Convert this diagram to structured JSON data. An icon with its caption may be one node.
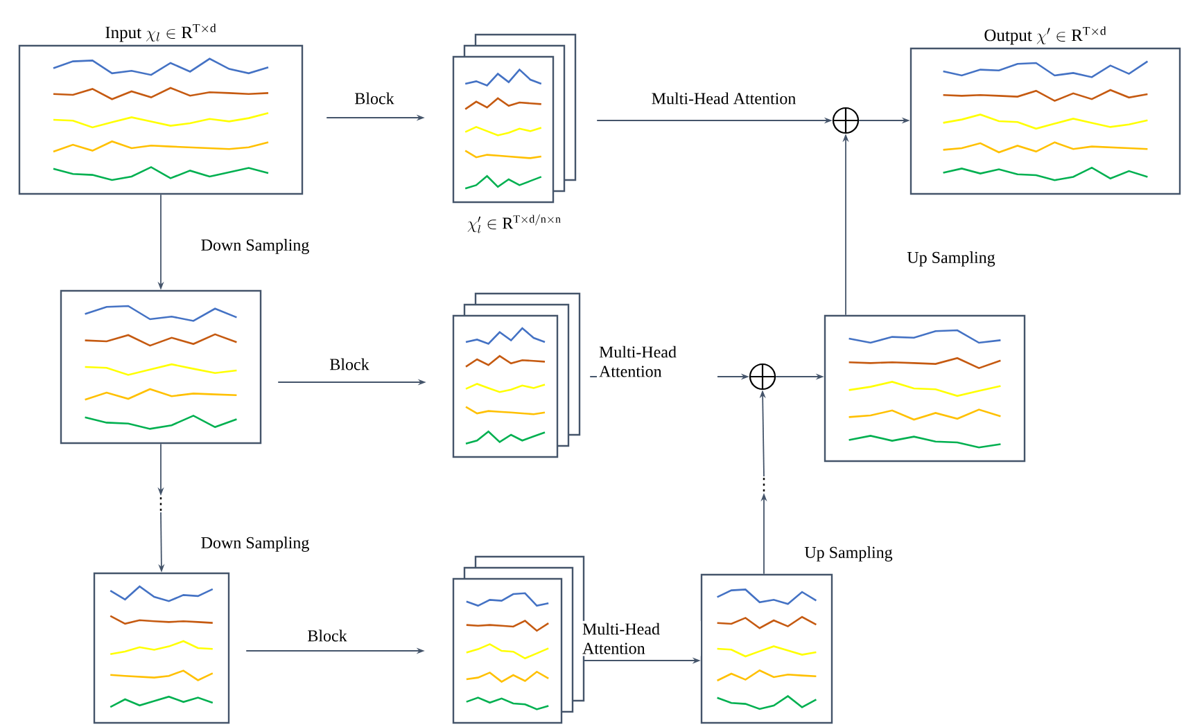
{
  "diagram": {
    "nodes": [
      {
        "text": [
          "\\mathrm{Input}\\ \\chi_{l} \\in \\mathrm{R}^{\\mathrm{T} \\times \\mathrm{d}}"
        ]
      },
      {
        "text": [],
        "shape": "box",
        "beside": [
          "\\chi'_{l} \\in \\mathrm{R}^{\\mathrm{T} \\times \\mathrm{d/n} \\times \\mathrm{n}}"
        ]
      },
      {
        "text": [],
        "shape": "circle"
      },
      {
        "text": [
          "\\mathrm{Output}\\ \\chi' \\in \\mathrm{R}^{\\mathrm{T} \\times \\mathrm{d}}"
        ]
      },
      {
        "text": [],
        "shape": "box"
      },
      {
        "text": [],
        "shape": "box"
      },
      {
        "text": [],
        "shape": "circle"
      },
      {
        "text": [],
        "shape": "box"
      },
      {
        "text": [
          "⋮"
        ]
      },
      {
        "text": [
          "⋮"
        ]
      },
      {
        "text": [],
        "shape": "box"
      },
      {
        "text": [],
        "shape": "box"
      },
      {
        "text": [],
        "shape": "box"
      }
    ],
    "edges": [
      {
        "from": 0,
        "to": 1,
        "arrow": "to",
        "label": "Block"
      },
      {
        "from": 1,
        "to": 2,
        "arrow": "to",
        "label": "Multi-Head Attention"
      },
      {
        "from": 2,
        "to": 3,
        "arrow": "to"
      },
      {
        "from": 0,
        "to": 4,
        "arrow": "to",
        "label": "Down Sampling"
      },
      {
        "from": 4,
        "to": 5,
        "arrow": "to",
        "label": "Block"
      },
      {
        "from": 5,
        "to": 6,
        "arrow": "to",
        "label": "Multi-Head Attention"
      },
      {
        "from": 6,
        "to": 7,
        "arrow": "to"
      },
      {
        "from": 7,
        "to": 2,
        "arrow": "to",
        "label": "Up Sampling"
      },
      {
        "from": 4,
        "to": 8,
        "arrow": "to"
      },
      {
        "from": 8,
        "to": 10,
        "arrow": "to",
        "label": "Down Sampling"
      },
      {
        "from": 10,
        "to": 11,
        "arrow": "to",
        "label": "Block"
      },
      {
        "from": 11,
        "to": 12,
        "arrow": "to",
        "label": "Multi-Head Attention"
      },
      {
        "from": 12,
        "to": 9,
        "arrow": "to",
        "label": "Up Sampling"
      },
      {
        "from": 9,
        "to": 6,
        "arrow": "to"
      }
    ]
  }
}
